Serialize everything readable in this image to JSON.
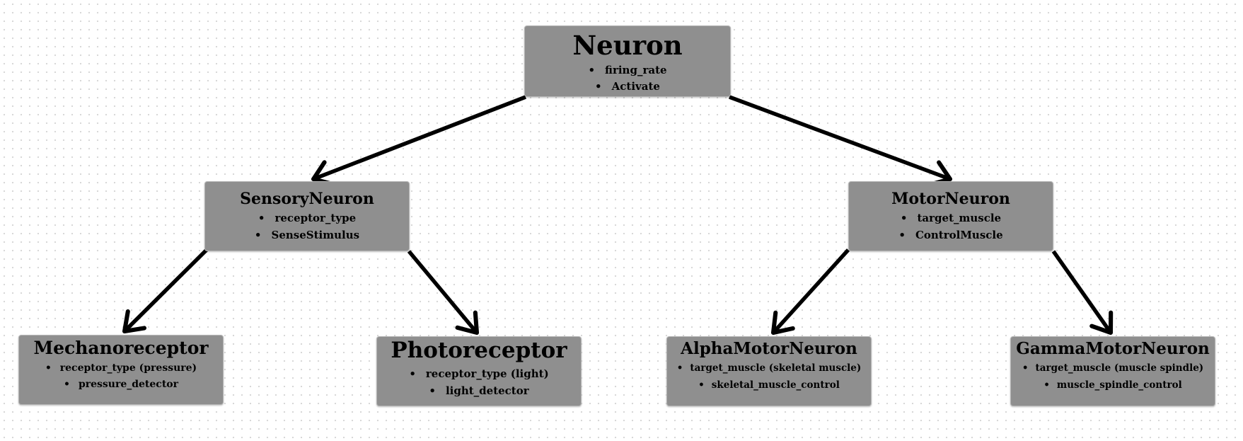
{
  "diagram": {
    "nodes": {
      "neuron": {
        "name": "Neuron",
        "items": [
          "firing_rate",
          "Activate"
        ]
      },
      "sensory": {
        "name": "SensoryNeuron",
        "items": [
          "receptor_type",
          "SenseStimulus"
        ]
      },
      "motor": {
        "name": "MotorNeuron",
        "items": [
          "target_muscle",
          "ControlMuscle"
        ]
      },
      "mechano": {
        "name": "Mechanoreceptor",
        "items": [
          "receptor_type (pressure)",
          "pressure_detector"
        ]
      },
      "photo": {
        "name": "Photoreceptor",
        "items": [
          "receptor_type (light)",
          "light_detector"
        ]
      },
      "alpha": {
        "name": "AlphaMotorNeuron",
        "items": [
          "target_muscle (skeletal muscle)",
          "skeletal_muscle_control"
        ]
      },
      "gamma": {
        "name": "GammaMotorNeuron",
        "items": [
          "target_muscle (muscle spindle)",
          "muscle_spindle_control"
        ]
      }
    },
    "edges": [
      {
        "from": "neuron",
        "to": "sensory"
      },
      {
        "from": "neuron",
        "to": "motor"
      },
      {
        "from": "sensory",
        "to": "mechano"
      },
      {
        "from": "sensory",
        "to": "photo"
      },
      {
        "from": "motor",
        "to": "alpha"
      },
      {
        "from": "motor",
        "to": "gamma"
      }
    ],
    "colors": {
      "node_fill": "#8f8f8f",
      "edge": "#000000",
      "background": "#ffffff"
    }
  }
}
